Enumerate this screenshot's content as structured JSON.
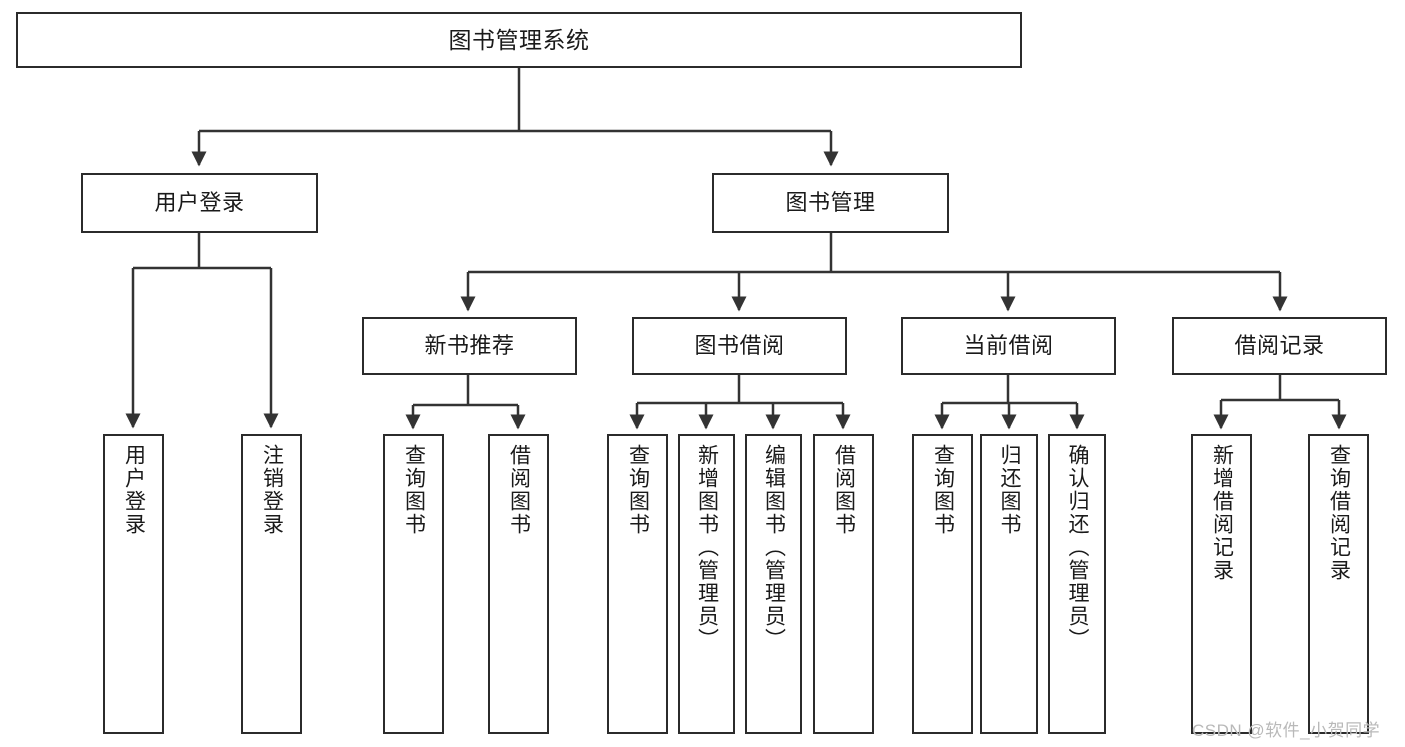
{
  "diagram": {
    "title": "图书管理系统",
    "type": "tree-hierarchy-chart",
    "orientation": "top-down",
    "colors": {
      "box_border": "#2b2b2b",
      "box_fill": "#ffffff",
      "edge": "#333333",
      "text": "#1a1a1a",
      "watermark": "#b9b9b9",
      "background": "#ffffff"
    },
    "levels": [
      {
        "level": 1,
        "nodes": [
          {
            "id": "root",
            "label": "图书管理系统",
            "text_direction": "horizontal"
          }
        ]
      },
      {
        "level": 2,
        "nodes": [
          {
            "id": "user-login",
            "label": "用户登录",
            "text_direction": "horizontal",
            "parent": "root"
          },
          {
            "id": "book-manage",
            "label": "图书管理",
            "text_direction": "horizontal",
            "parent": "root"
          }
        ]
      },
      {
        "level": 3,
        "nodes": [
          {
            "id": "new-book-recommend",
            "label": "新书推荐",
            "text_direction": "horizontal",
            "parent": "book-manage"
          },
          {
            "id": "book-borrow",
            "label": "图书借阅",
            "text_direction": "horizontal",
            "parent": "book-manage"
          },
          {
            "id": "current-borrow",
            "label": "当前借阅",
            "text_direction": "horizontal",
            "parent": "book-manage"
          },
          {
            "id": "borrow-record",
            "label": "借阅记录",
            "text_direction": "horizontal",
            "parent": "book-manage"
          }
        ]
      },
      {
        "level": 4,
        "nodes": [
          {
            "id": "leaf-user-login",
            "label": "用户登录",
            "text_direction": "vertical",
            "parent": "user-login"
          },
          {
            "id": "leaf-user-logout",
            "label": "注销登录",
            "text_direction": "vertical",
            "parent": "user-login"
          },
          {
            "id": "leaf-query-book-1",
            "label": "查询图书",
            "text_direction": "vertical",
            "parent": "new-book-recommend"
          },
          {
            "id": "leaf-borrow-book-1",
            "label": "借阅图书",
            "text_direction": "vertical",
            "parent": "new-book-recommend"
          },
          {
            "id": "leaf-query-book-2",
            "label": "查询图书",
            "text_direction": "vertical",
            "parent": "book-borrow"
          },
          {
            "id": "leaf-add-book",
            "label": "新增图书（管理员）",
            "text_direction": "vertical",
            "parent": "book-borrow"
          },
          {
            "id": "leaf-edit-book",
            "label": "编辑图书（管理员）",
            "text_direction": "vertical",
            "parent": "book-borrow"
          },
          {
            "id": "leaf-borrow-book-2",
            "label": "借阅图书",
            "text_direction": "vertical",
            "parent": "book-borrow"
          },
          {
            "id": "leaf-query-book-3",
            "label": "查询图书",
            "text_direction": "vertical",
            "parent": "current-borrow"
          },
          {
            "id": "leaf-return-book",
            "label": "归还图书",
            "text_direction": "vertical",
            "parent": "current-borrow"
          },
          {
            "id": "leaf-confirm-return",
            "label": "确认归还（管理员）",
            "text_direction": "vertical",
            "parent": "current-borrow"
          },
          {
            "id": "leaf-add-record",
            "label": "新增借阅记录",
            "text_direction": "vertical",
            "parent": "borrow-record"
          },
          {
            "id": "leaf-query-record",
            "label": "查询借阅记录",
            "text_direction": "vertical",
            "parent": "borrow-record"
          }
        ]
      }
    ],
    "watermark": "CSDN @软件_小贺同学"
  }
}
